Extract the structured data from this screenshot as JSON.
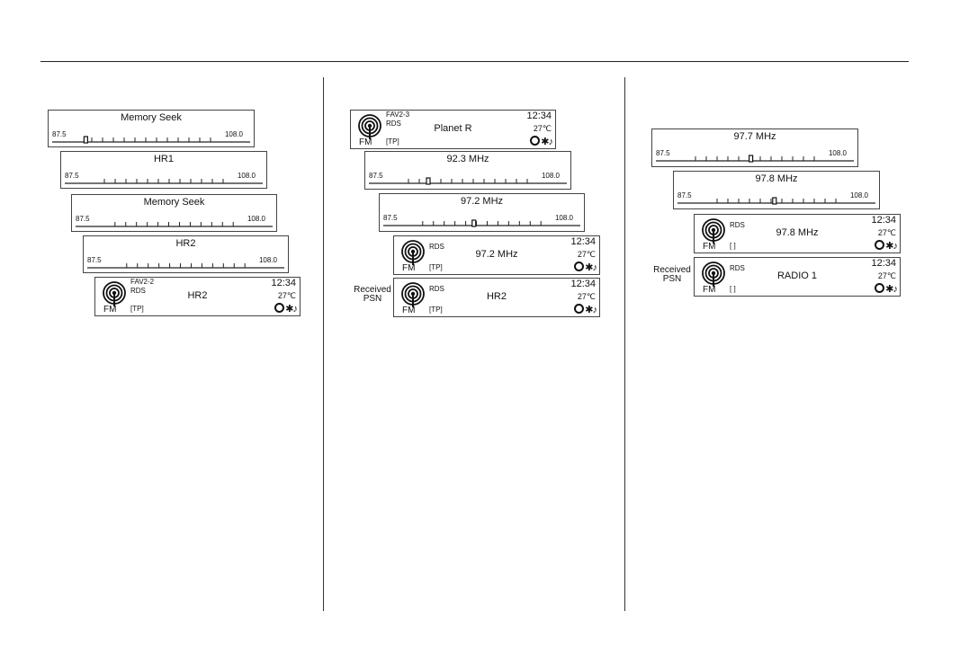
{
  "unit_c": "℃",
  "icons": {
    "bluetooth": "bluetooth-icon",
    "note": "music-note-icon",
    "disc": "disc-icon",
    "antenna": "antenna-icon"
  },
  "glyphs": {
    "bluetooth": "✱",
    "note": "♪"
  },
  "col1": {
    "panels": [
      {
        "title": "Memory Seek",
        "min": "87.5",
        "max": "108.0",
        "pointer": 0.17
      },
      {
        "title": "HR1",
        "min": "87.5",
        "max": "108.0",
        "pointer": null
      },
      {
        "title": "Memory Seek",
        "min": "87.5",
        "max": "108.0",
        "pointer": null
      },
      {
        "title": "HR2",
        "min": "87.5",
        "max": "108.0",
        "pointer": null
      }
    ],
    "screen": {
      "band": "FM",
      "fav": "FAV2-2",
      "rds": "RDS",
      "center": "HR2",
      "tp": "[TP]",
      "clock": "12:34",
      "temp": "27℃"
    }
  },
  "col2": {
    "screen_top": {
      "band": "FM",
      "fav": "FAV2-3",
      "rds": "RDS",
      "center": "Planet R",
      "tp": "[TP]",
      "clock": "12:34",
      "temp": "27℃"
    },
    "panels": [
      {
        "title": "92.3 MHz",
        "min": "87.5",
        "max": "108.0",
        "pointer": 0.3
      },
      {
        "title": "97.2 MHz",
        "min": "87.5",
        "max": "108.0",
        "pointer": 0.46
      }
    ],
    "screen_mid": {
      "band": "FM",
      "rds": "RDS",
      "center": "97.2 MHz",
      "tp": "[TP]",
      "clock": "12:34",
      "temp": "27℃"
    },
    "received_label_1": "Received",
    "received_label_2": "PSN",
    "screen_bottom": {
      "band": "FM",
      "rds": "RDS",
      "center": "HR2",
      "tp": "[TP]",
      "clock": "12:34",
      "temp": "27℃"
    }
  },
  "col3": {
    "panels": [
      {
        "title": "97.7 MHz",
        "min": "87.5",
        "max": "108.0",
        "pointer": 0.48
      },
      {
        "title": "97.8 MHz",
        "min": "87.5",
        "max": "108.0",
        "pointer": 0.49
      }
    ],
    "screen_mid": {
      "band": "FM",
      "rds": "RDS",
      "center": "97.8 MHz",
      "tp": "[ ]",
      "clock": "12:34",
      "temp": "27℃"
    },
    "received_label_1": "Received",
    "received_label_2": "PSN",
    "screen_bottom": {
      "band": "FM",
      "rds": "RDS",
      "center": "RADIO 1",
      "tp": "[ ]",
      "clock": "12:34",
      "temp": "27℃"
    }
  }
}
